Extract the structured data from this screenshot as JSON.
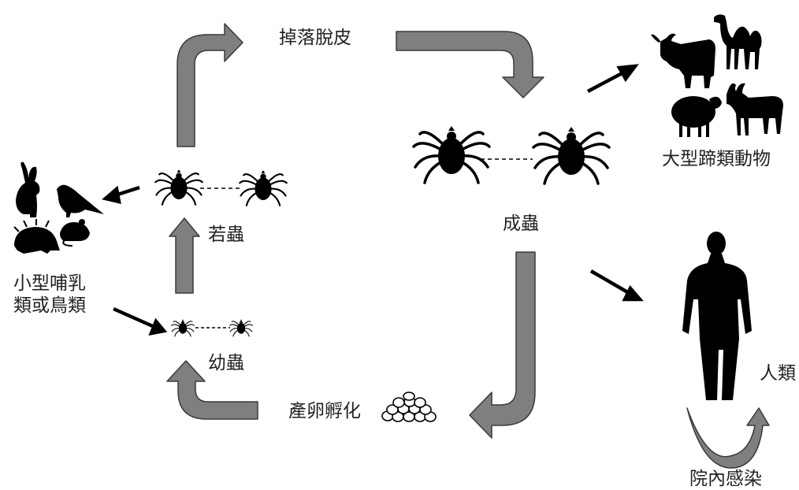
{
  "labels": {
    "molting": "掉落脫皮",
    "adult": "成蟲",
    "nymph": "若蟲",
    "larva": "幼蟲",
    "eggs": "產卵孵化",
    "ungulates": "大型蹄類動物",
    "small_hosts_line1": "小型哺乳",
    "small_hosts_line2": "類或鳥類",
    "human": "人類",
    "nosocomial": "院內感染"
  },
  "colors": {
    "flow_arrow_fill": "#7f7f7f",
    "flow_arrow_stroke": "#3a3a3a",
    "silhouette": "#000000",
    "text": "#222222"
  },
  "icons": [
    "tick-icon",
    "egg-cluster-icon",
    "cow-icon",
    "camel-icon",
    "sheep-icon",
    "goat-icon",
    "rabbit-icon",
    "bird-icon",
    "hedgehog-icon",
    "mouse-icon",
    "human-icon"
  ]
}
